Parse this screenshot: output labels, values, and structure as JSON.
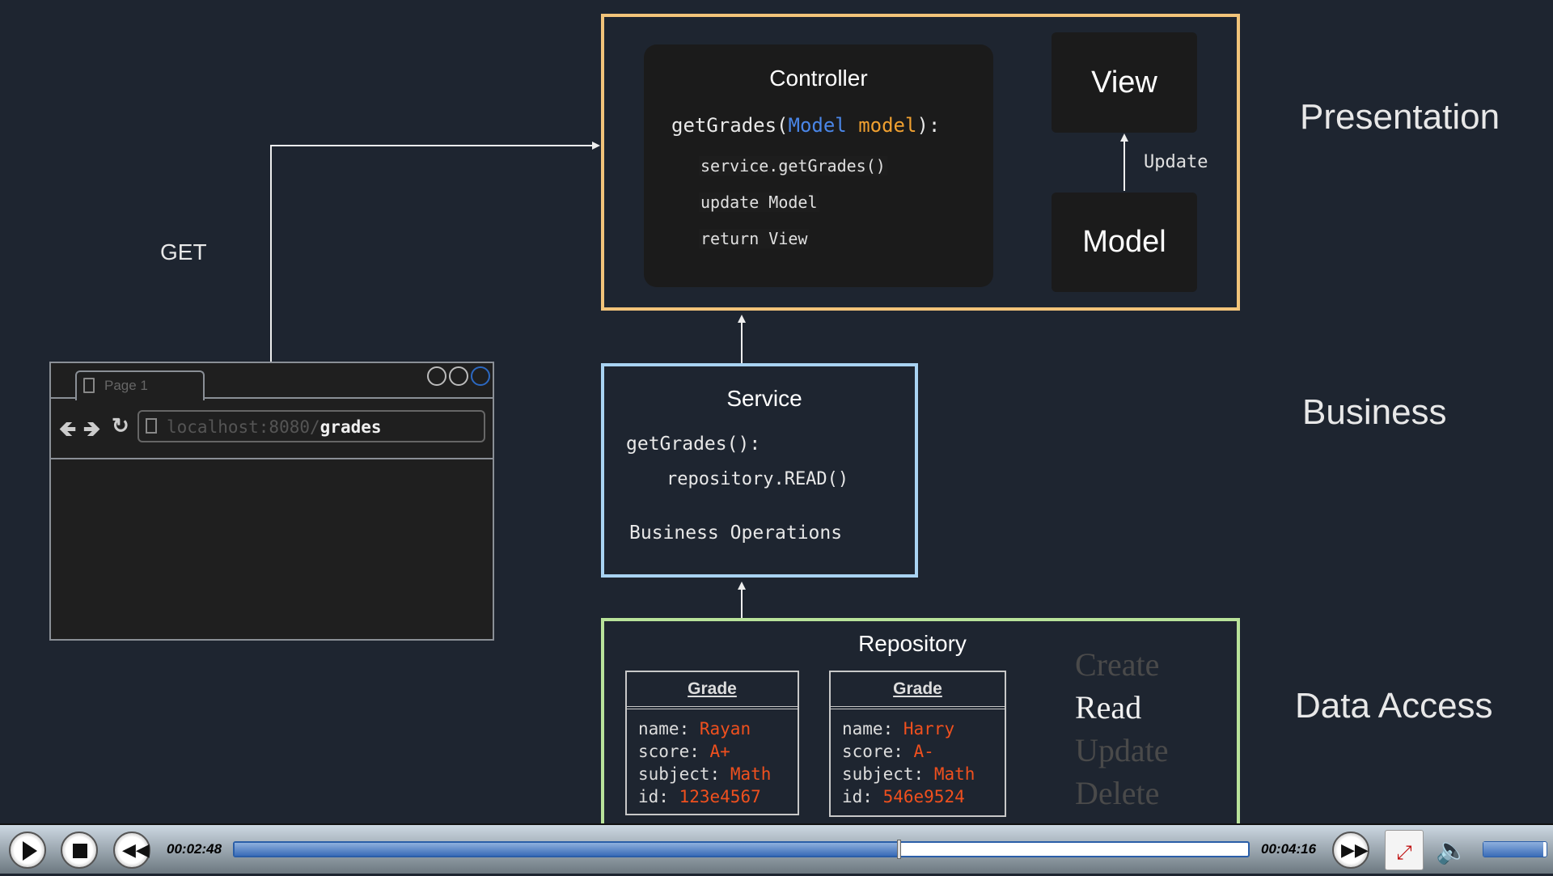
{
  "diagram": {
    "get_label": "GET",
    "layers": {
      "presentation": "Presentation",
      "business": "Business",
      "data_access": "Data Access"
    },
    "controller": {
      "title": "Controller",
      "signature_fn": "getGrades(",
      "signature_type": "Model",
      "signature_param": "model",
      "signature_end": "):",
      "lines": [
        "service.getGrades()",
        "update Model",
        "return View"
      ]
    },
    "view": "View",
    "model": "Model",
    "update_label": "Update",
    "service": {
      "title": "Service",
      "fn": "getGrades():",
      "call": "repository.READ()",
      "ops": "Business Operations"
    },
    "repository": {
      "title": "Repository",
      "grades": [
        {
          "header": "Grade",
          "name": "Rayan",
          "score": "A+",
          "subject": "Math",
          "id": "123e4567"
        },
        {
          "header": "Grade",
          "name": "Harry",
          "score": "A-",
          "subject": "Math",
          "id": "546e9524"
        }
      ],
      "field_labels": {
        "name": "name:",
        "score": "score:",
        "subject": "subject:",
        "id": "id:"
      },
      "crud": [
        "Create",
        "Read",
        "Update",
        "Delete"
      ],
      "crud_active": "Read"
    },
    "browser": {
      "tab": "Page 1",
      "url_host": "localhost:8080/",
      "url_path": "grades"
    },
    "colors": {
      "presentation": "#f2c47a",
      "business": "#a9d3f2",
      "data_access": "#b9e39a",
      "value": "#f0501e",
      "type": "#4a86e8",
      "param": "#f0a030"
    }
  },
  "player": {
    "elapsed": "00:02:48",
    "total": "00:04:16",
    "progress": 0.655,
    "volume": 0.95
  }
}
